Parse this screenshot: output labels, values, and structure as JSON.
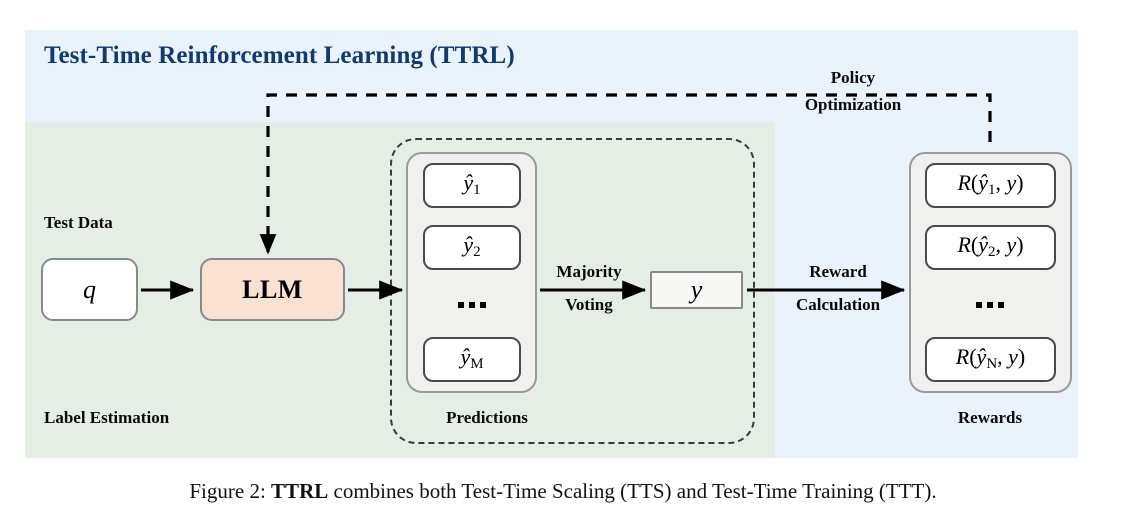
{
  "figure": {
    "caption_prefix": "Figure 2: ",
    "caption_bold": "TTRL",
    "caption_rest": " combines both Test-Time Scaling (TTS) and Test-Time Training (TTT)."
  },
  "panel": {
    "title": "Test-Time Reinforcement Learning (TTRL)",
    "title_color": "#123a6d",
    "outer_bg": "#eaf2fb",
    "inner_bg": "#e5eee5"
  },
  "labels": {
    "test_data": "Test Data",
    "label_estimation": "Label Estimation",
    "predictions": "Predictions",
    "rewards": "Rewards",
    "policy_line1": "Policy",
    "policy_line2": "Optimization",
    "majority_line1": "Majority",
    "majority_line2": "Voting",
    "reward_line1": "Reward",
    "reward_line2": "Calculation"
  },
  "nodes": {
    "query": "q",
    "llm": "LLM",
    "consensus": "y"
  },
  "predictions": {
    "items": [
      {
        "base": "y",
        "sub": "1"
      },
      {
        "base": "y",
        "sub": "2"
      },
      {
        "base": "y",
        "sub": "M"
      }
    ],
    "ellipsis": "..."
  },
  "rewards": {
    "items": [
      {
        "base": "y",
        "sub": "1",
        "second": "y"
      },
      {
        "base": "y",
        "sub": "2",
        "second": "y"
      },
      {
        "base": "y",
        "sub": "N",
        "second": "y"
      }
    ],
    "ellipsis": "..."
  },
  "colors": {
    "llm_fill": "#f9e2d2",
    "panel_fill": "#f0f0ee",
    "box_stroke": "#8a8a8a",
    "arrow": "#000000",
    "dashed": "#3b3b3b"
  }
}
